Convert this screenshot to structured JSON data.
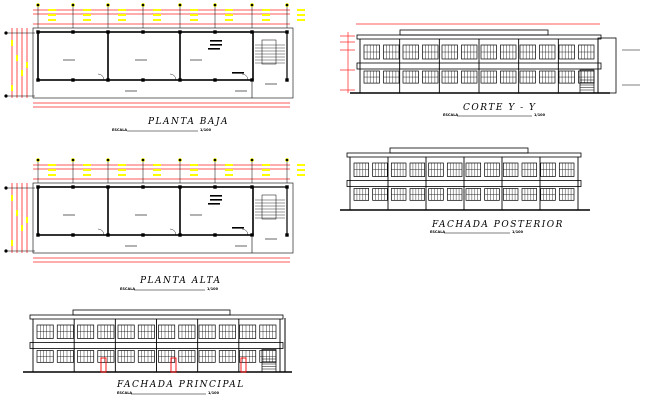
{
  "colors": {
    "line": "#000000",
    "dimension": "#ff2020",
    "dimension_text": "#ffff00",
    "door": "#ff0000",
    "background": "#ffffff"
  },
  "drawings": {
    "planta_baja": {
      "title": "PLANTA BAJA",
      "scale_label": "ESCALA",
      "scale_value": "1/100"
    },
    "planta_alta": {
      "title": "PLANTA ALTA",
      "scale_label": "ESCALA",
      "scale_value": "1/100"
    },
    "corte": {
      "title": "CORTE Y - Y",
      "scale_label": "ESCALA",
      "scale_value": "1/100"
    },
    "fachada_posterior": {
      "title": "FACHADA POSTERIOR",
      "scale_label": "ESCALA",
      "scale_value": "1/100"
    },
    "fachada_principal": {
      "title": "FACHADA PRINCIPAL",
      "scale_label": "ESCALA",
      "scale_value": "1/100"
    }
  }
}
